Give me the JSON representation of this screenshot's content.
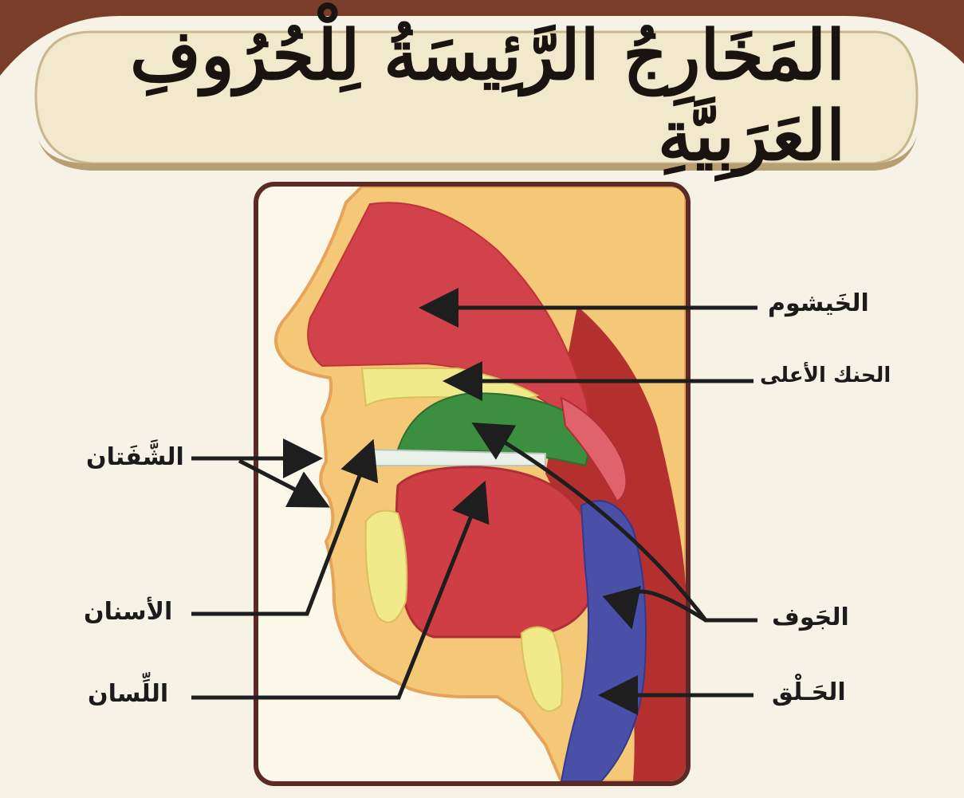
{
  "title": "المَخَارِجُ الرَّئِيسَةُ لِلْحُرُوفِ العَرَبِيَّةِ",
  "labels": {
    "khayshum": "الخَيشوم",
    "hanak": "الحنك الأعلى",
    "jawf": "الجَوف",
    "halq": "الحَـلْق",
    "shafatan": "الشَّفَتان",
    "asnan": "الأسنان",
    "lisan": "اللِّسان"
  },
  "colors": {
    "frame": "#5c2a25",
    "banner": "#f3ead0",
    "nasal": "#d2424a",
    "palate": "#f1ea8a",
    "jawf": "#3b8f3e",
    "tongue": "#cf3d45",
    "throat": "#4a4fa8",
    "skin": "#f4c877"
  }
}
